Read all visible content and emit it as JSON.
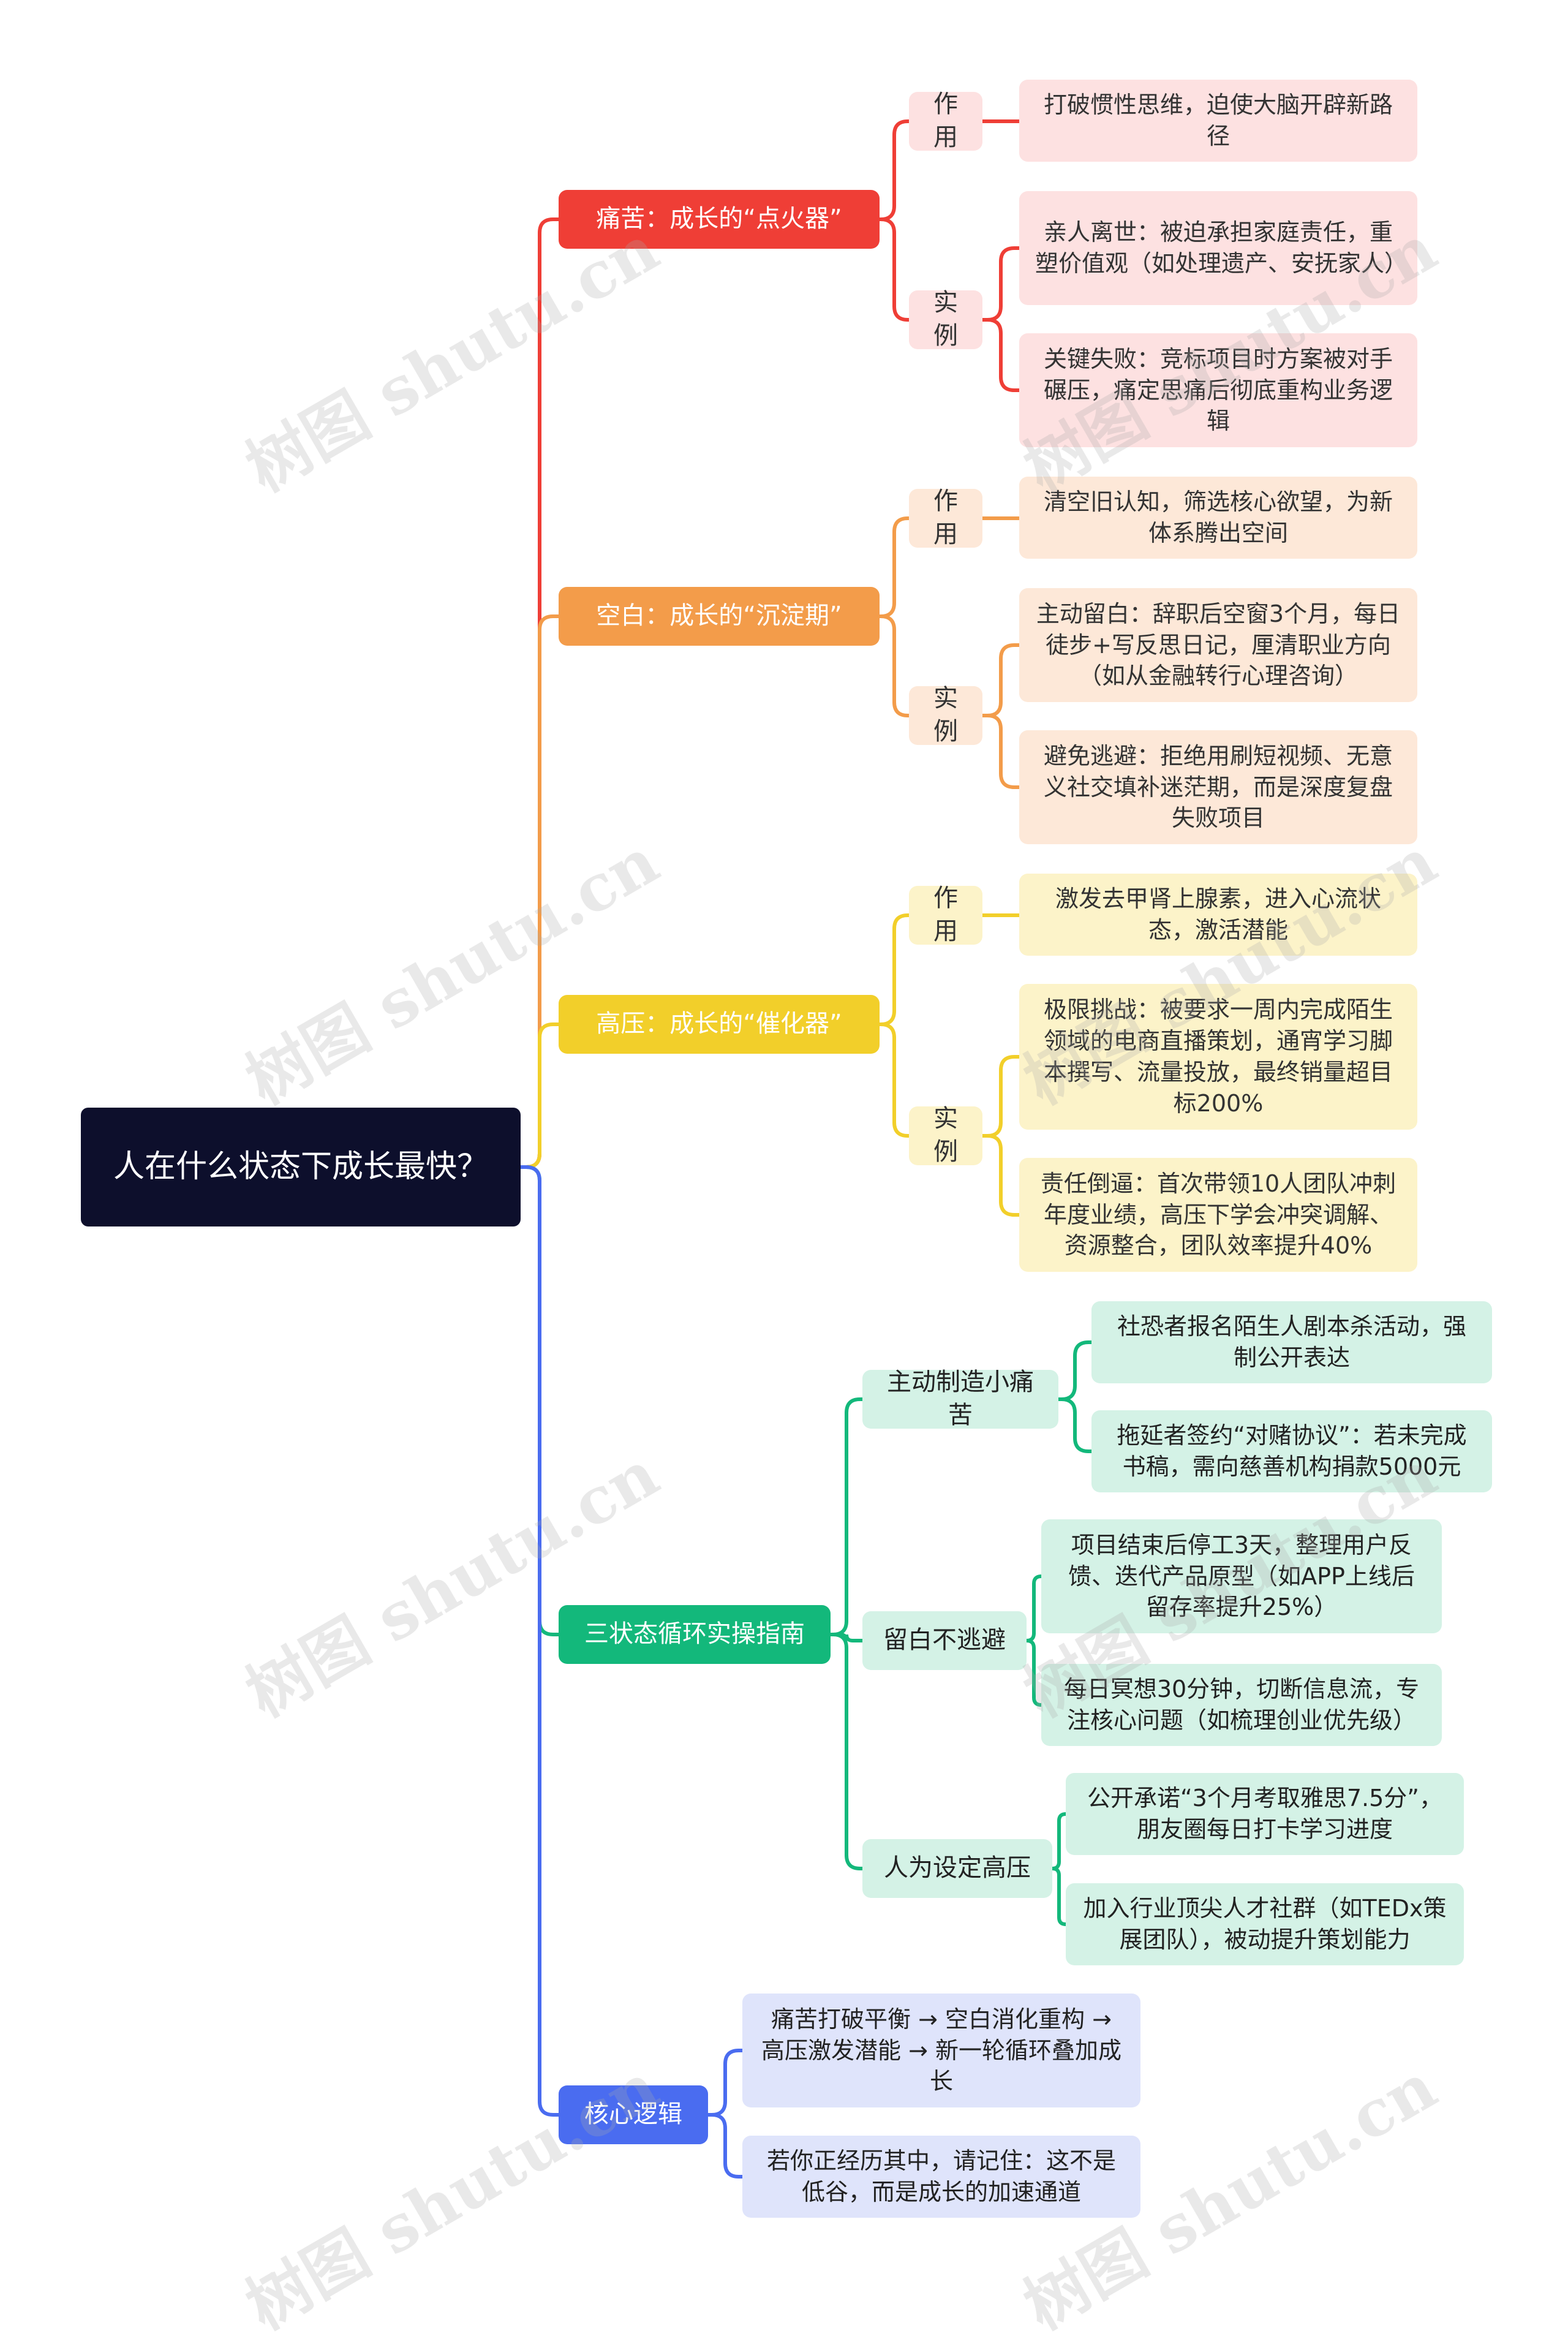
{
  "root": "人在什么状态下成长最快？",
  "branches": {
    "pain": {
      "title": "痛苦：成长的“点火器”",
      "role_label": "作用",
      "role": "打破惯性思维，迫使大脑开辟新路径",
      "example_label": "实例",
      "examples": [
        "亲人离世：被迫承担家庭责任，重塑价值观（如处理遗产、安抚家人）",
        "关键失败：竞标项目时方案被对手碾压，痛定思痛后彻底重构业务逻辑"
      ]
    },
    "blank": {
      "title": "空白：成长的“沉淀期”",
      "role_label": "作用",
      "role": "清空旧认知，筛选核心欲望，为新体系腾出空间",
      "example_label": "实例",
      "examples": [
        "主动留白：辞职后空窗3个月，每日徒步+写反思日记，厘清职业方向（如从金融转行心理咨询）",
        "避免逃避：拒绝用刷短视频、无意义社交填补迷茫期，而是深度复盘失败项目"
      ]
    },
    "pressure": {
      "title": "高压：成长的“催化器”",
      "role_label": "作用",
      "role": "激发去甲肾上腺素，进入心流状态，激活潜能",
      "example_label": "实例",
      "examples": [
        "极限挑战：被要求一周内完成陌生领域的电商直播策划，通宵学习脚本撰写、流量投放，最终销量超目标200%",
        "责任倒逼：首次带领10人团队冲刺年度业绩，高压下学会冲突调解、资源整合，团队效率提升40%"
      ]
    },
    "guide": {
      "title": "三状态循环实操指南",
      "groups": [
        {
          "label": "主动制造小痛苦",
          "items": [
            "社恐者报名陌生人剧本杀活动，强制公开表达",
            "拖延者签约“对赌协议”：若未完成书稿，需向慈善机构捐款5000元"
          ]
        },
        {
          "label": "留白不逃避",
          "items": [
            "项目结束后停工3天，整理用户反馈、迭代产品原型（如APP上线后留存率提升25%）",
            "每日冥想30分钟，切断信息流，专注核心问题（如梳理创业优先级）"
          ]
        },
        {
          "label": "人为设定高压",
          "items": [
            "公开承诺“3个月考取雅思7.5分”，朋友圈每日打卡学习进度",
            "加入行业顶尖人才社群（如TEDx策展团队），被动提升策划能力"
          ]
        }
      ]
    },
    "core": {
      "title": "核心逻辑",
      "items": [
        "痛苦打破平衡 → 空白消化重构 → 高压激发潜能 → 新一轮循环叠加成长",
        "若你正经历其中，请记住：这不是低谷，而是成长的加速通道"
      ]
    }
  },
  "colors": {
    "pain": "#ef3e36",
    "blank": "#f39c4a",
    "pressure": "#f2cf2a",
    "guide": "#13b87b",
    "core": "#4a6cf0",
    "root": "#0d0f2c"
  },
  "watermark": "树图 shutu.cn"
}
